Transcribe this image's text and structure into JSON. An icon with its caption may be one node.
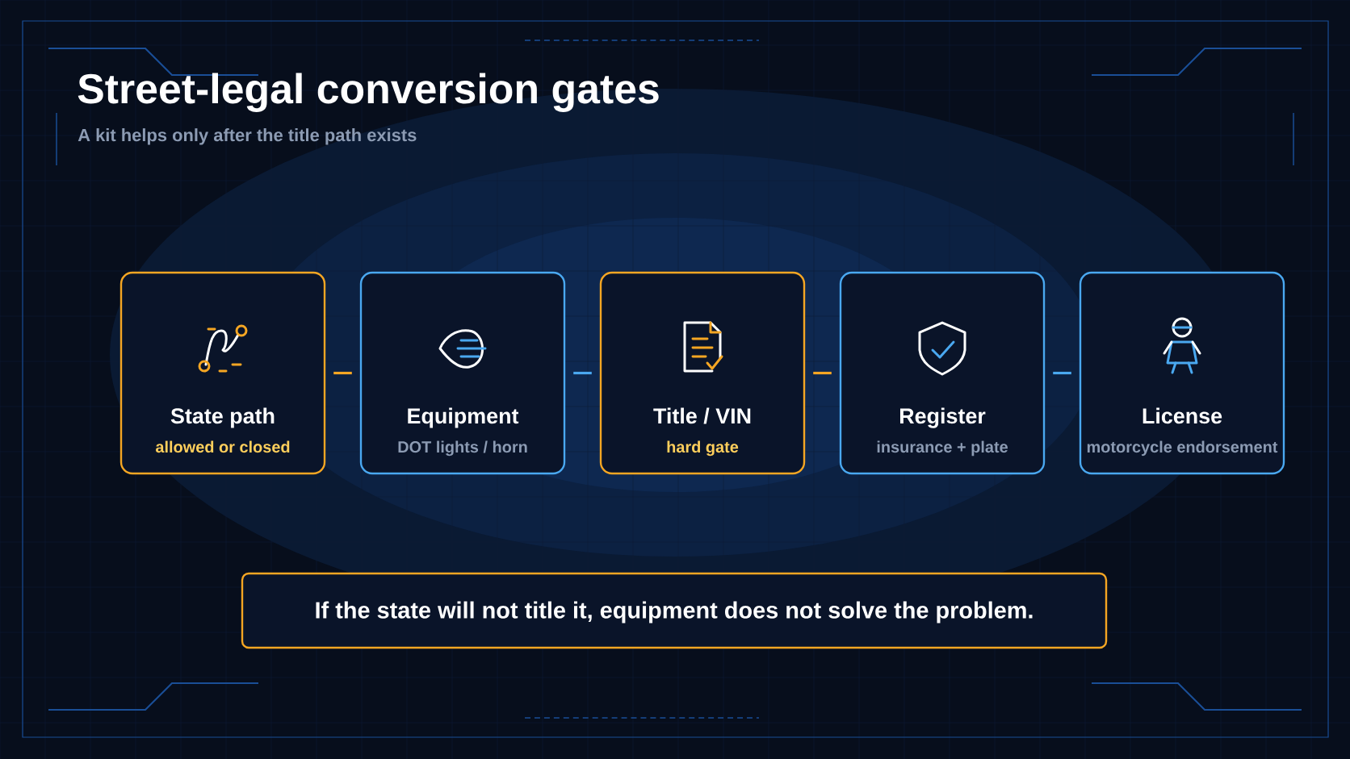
{
  "diagram": {
    "title": "Street-legal conversion gates",
    "caption": "A kit helps only after the title path exists",
    "nodes": [
      {
        "text": [
          "State path",
          "allowed or closed"
        ]
      },
      {
        "text": [
          "Equipment",
          "DOT lights / horn"
        ]
      },
      {
        "text": [
          "Title / VIN",
          "hard gate"
        ]
      },
      {
        "text": [
          "Register",
          "insurance + plate"
        ]
      },
      {
        "text": [
          "License",
          "motorcycle endorsement"
        ]
      },
      {
        "text": [
          "If the state will not title it, equipment does not solve the problem."
        ]
      }
    ],
    "edges": [
      {
        "from": 0,
        "to": 1,
        "arrow": "none",
        "color": "#f5a623"
      },
      {
        "from": 1,
        "to": 2,
        "arrow": "none",
        "color": "#4aa8f0"
      },
      {
        "from": 2,
        "to": 3,
        "arrow": "none",
        "color": "#f5a623"
      },
      {
        "from": 3,
        "to": 4,
        "arrow": "none",
        "color": "#4aa8f0"
      }
    ]
  }
}
